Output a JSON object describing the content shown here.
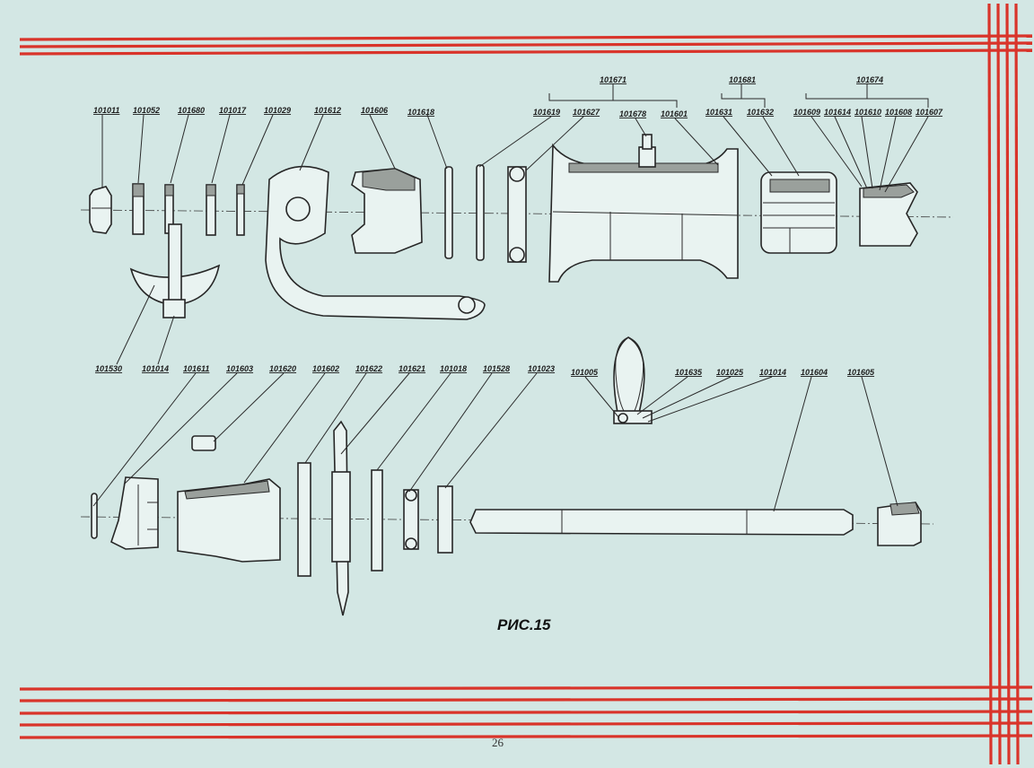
{
  "figure": {
    "caption": "РИС.15",
    "page_number": "26",
    "colors": {
      "frame_red": "#d9342a",
      "paper": "#d3e7e4",
      "ink": "#1c1c1c"
    }
  },
  "part_labels": {
    "top_row": [
      "101011",
      "101052",
      "101680",
      "101017",
      "101029",
      "101612",
      "101606",
      "101618",
      "101619",
      "101627",
      "101678",
      "101601",
      "101631",
      "101632",
      "101609",
      "101614",
      "101610",
      "101608",
      "101607"
    ],
    "assembly_groups": [
      "101671",
      "101681",
      "101674"
    ],
    "middle_row": [
      "101530",
      "101014"
    ],
    "bottom_row": [
      "101611",
      "101603",
      "101620",
      "101602",
      "101622",
      "101621",
      "101018",
      "101528",
      "101023",
      "101005",
      "101635",
      "101025",
      "101014",
      "101604",
      "101605"
    ]
  }
}
